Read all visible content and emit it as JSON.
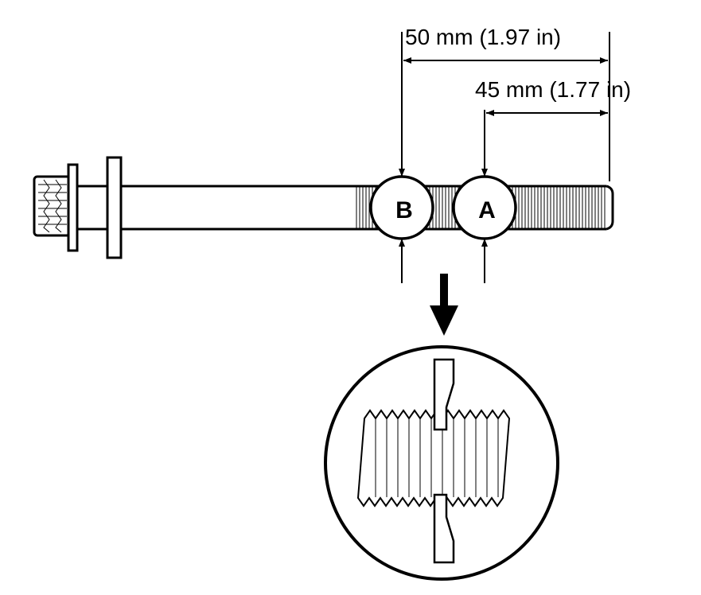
{
  "dimensions": {
    "long": "50 mm (1.97 in)",
    "short": "45 mm (1.77 in)"
  },
  "markers": {
    "a": "A",
    "b": "B"
  },
  "icons": [
    "bolt-drawing",
    "measure-circle",
    "thread-detail-magnifier",
    "down-arrow-icon"
  ],
  "colors": {
    "line": "#000000",
    "background": "#ffffff"
  }
}
